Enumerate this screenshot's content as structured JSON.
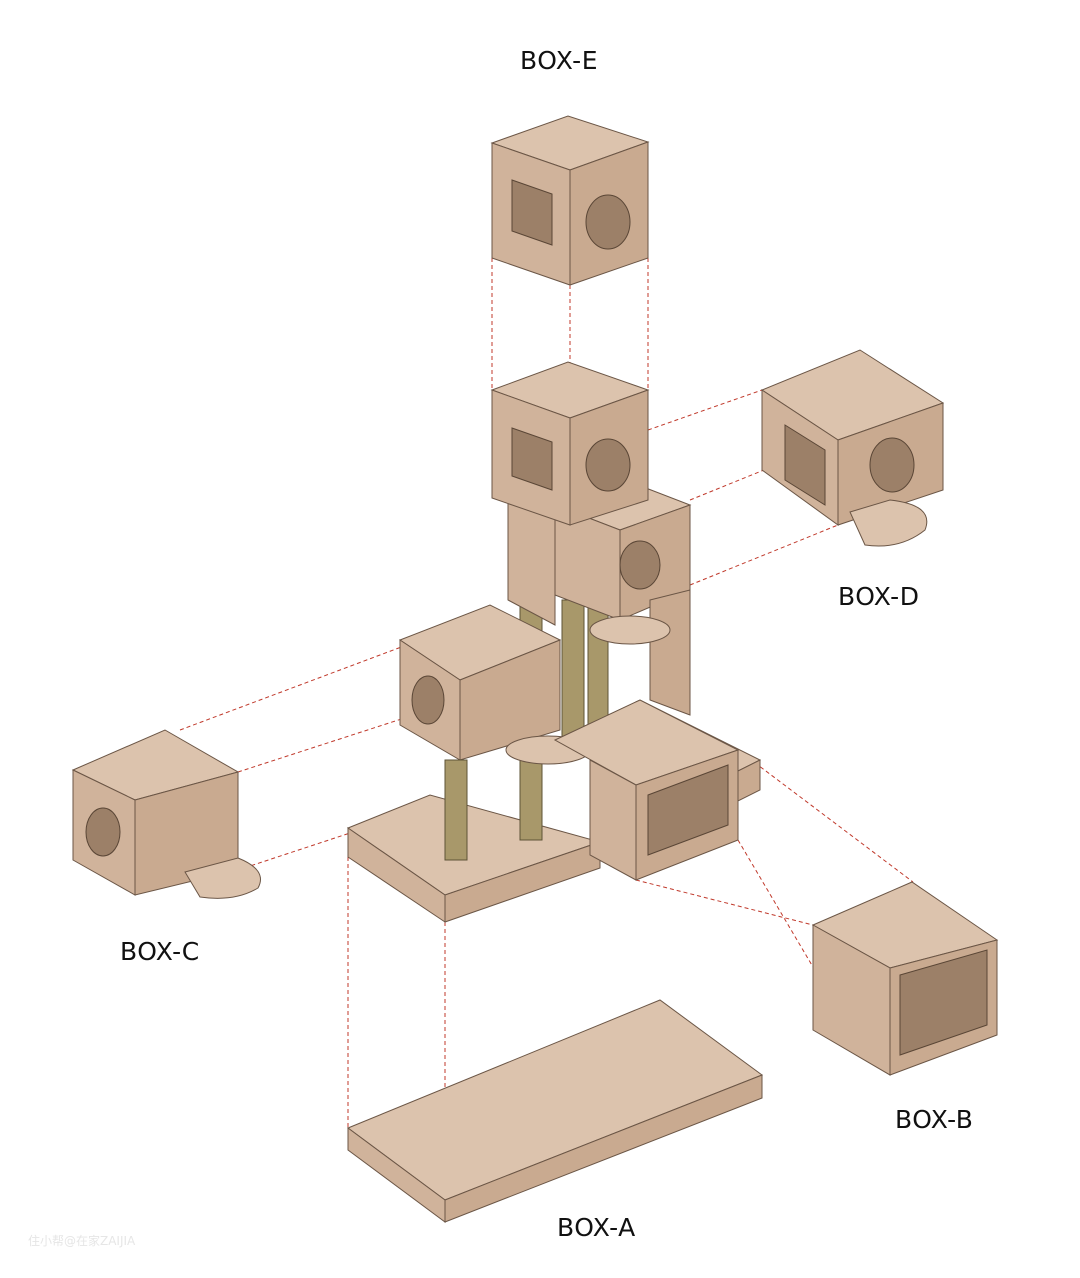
{
  "labels": {
    "box_e": "BOX-E",
    "box_d": "BOX-D",
    "box_c": "BOX-C",
    "box_b": "BOX-B",
    "box_a": "BOX-A"
  },
  "watermark": "住小帮@在家ZAIJIA",
  "colors": {
    "wood_top": "#dcc3ad",
    "wood_side": "#c9aa90",
    "post": "#a8986a",
    "guide_line": "#c0392b"
  }
}
